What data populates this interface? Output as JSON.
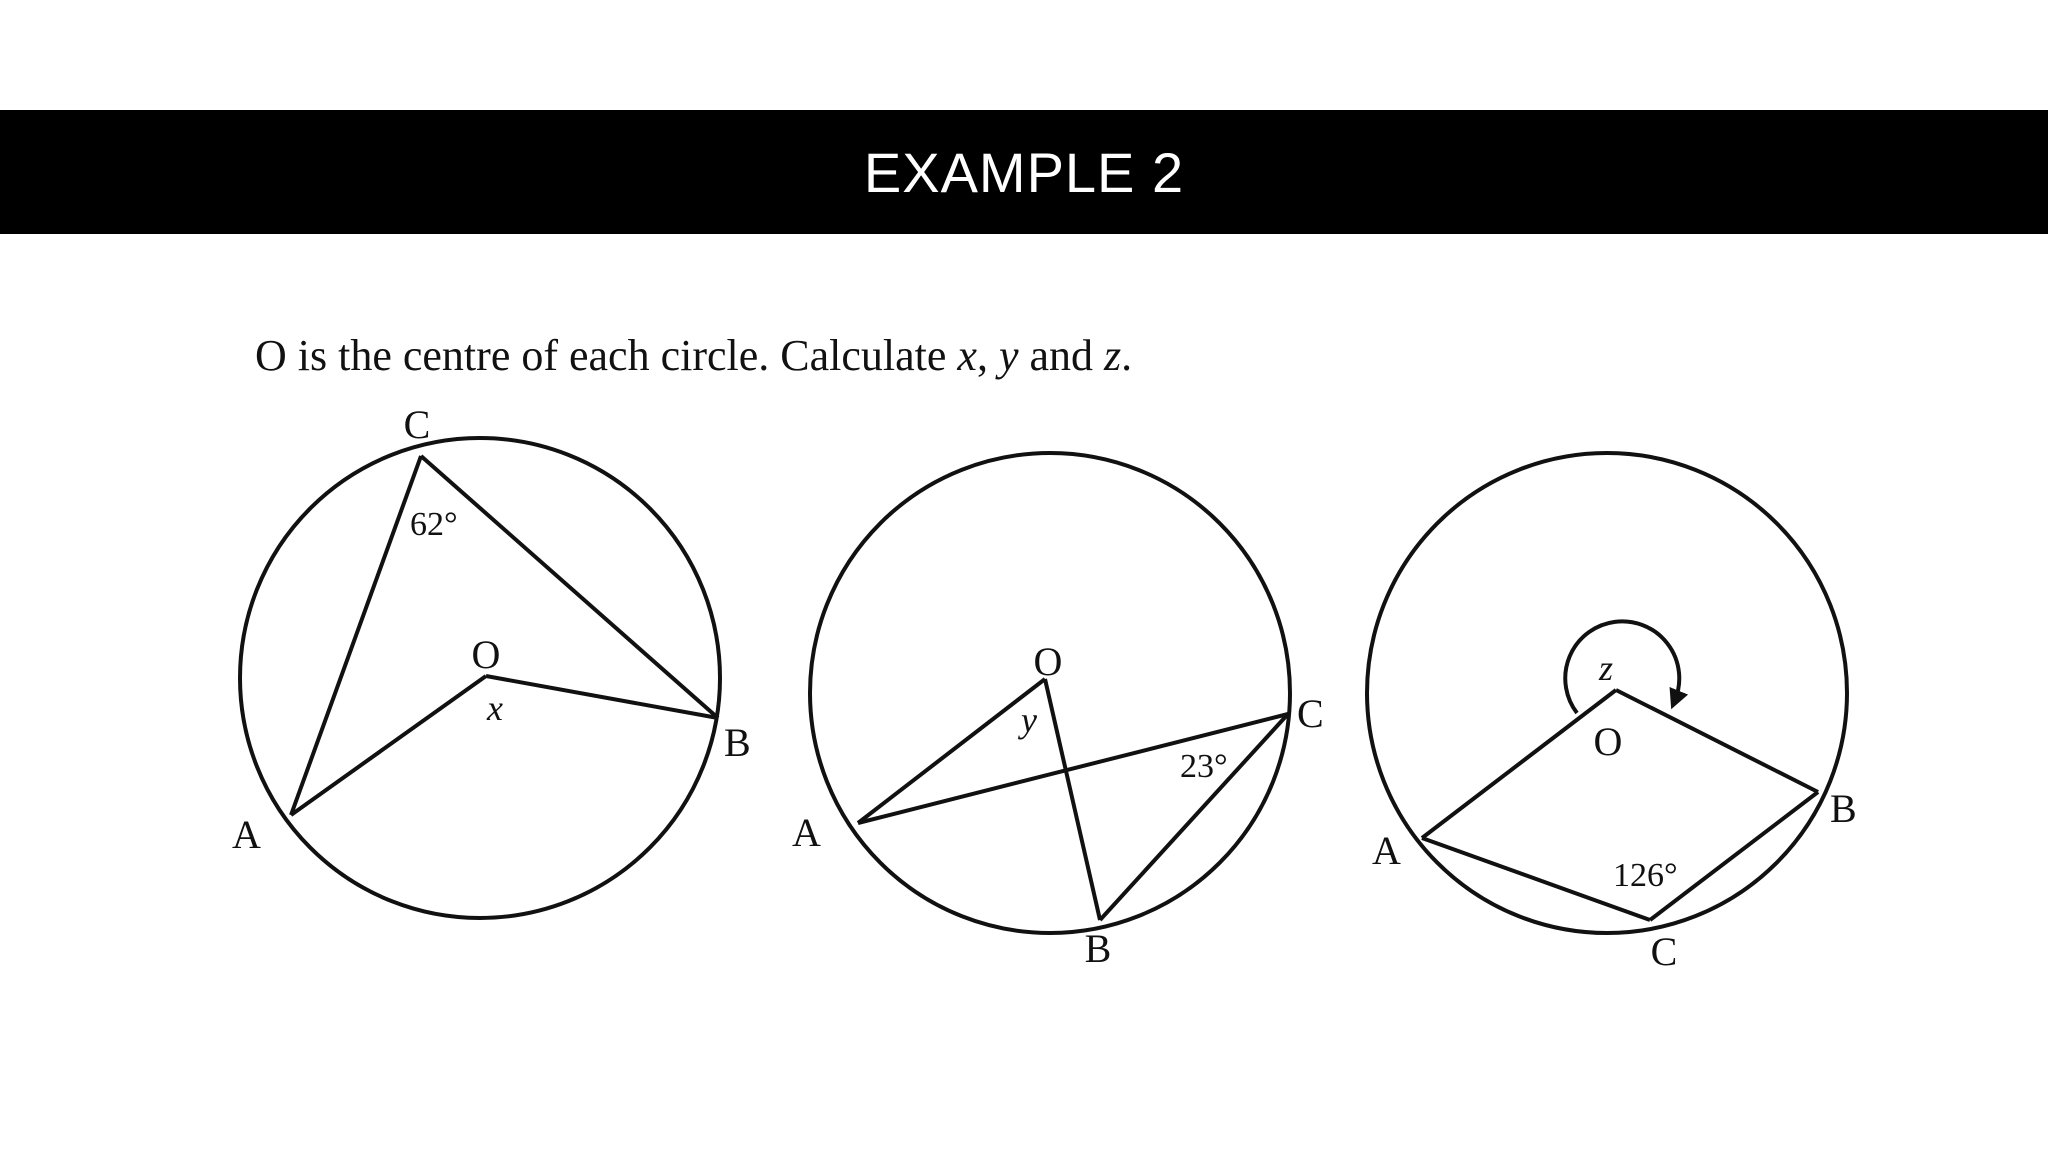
{
  "slide": {
    "title": "EXAMPLE 2",
    "question": {
      "prefix": "O is the centre of each circle. Calculate ",
      "var1": "x",
      "sep1": ", ",
      "var2": "y",
      "sep2": " and ",
      "var3": "z",
      "suffix": "."
    }
  },
  "figures": [
    {
      "points": {
        "C": "C",
        "O": "O",
        "B": "B",
        "A": "A"
      },
      "angle_label": "62°",
      "unknown": "x"
    },
    {
      "points": {
        "O": "O",
        "C": "C",
        "A": "A",
        "B": "B"
      },
      "angle_label": "23°",
      "unknown": "y"
    },
    {
      "points": {
        "O": "O",
        "B": "B",
        "A": "A",
        "C": "C"
      },
      "angle_label": "126°",
      "unknown": "z"
    }
  ]
}
